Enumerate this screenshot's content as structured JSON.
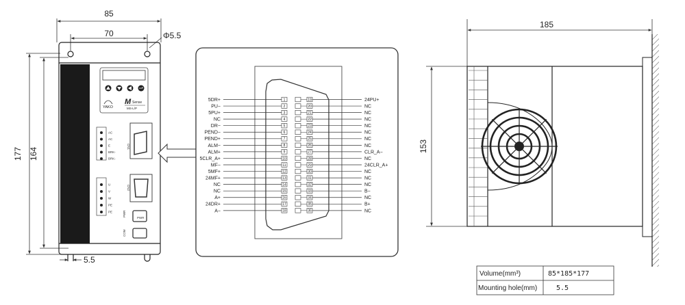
{
  "front_view": {
    "dim_width_outer": "85",
    "dim_hole_spacing": "70",
    "dim_hole_diameter": "Φ5.5",
    "dim_height_outer": "177",
    "dim_height_inner": "164",
    "dim_slot": "5.5",
    "brand": "YAKO",
    "logo_letter": "M",
    "logo_word": "Sense",
    "model": "MS-L/P",
    "connector_cn1": "CN1",
    "connector_cn2": "CN2",
    "terminal_top": [
      "AC",
      "AC",
      "E",
      "BRK-",
      "BRK-"
    ],
    "terminal_bottom": [
      "U",
      "V",
      "W",
      "PE",
      "PE"
    ],
    "led_labels": [
      "PWR",
      "COM",
      "PWR"
    ]
  },
  "pinout": {
    "left_pins": [
      {
        "num": "1",
        "label": "5DR+"
      },
      {
        "num": "2",
        "label": "PU−"
      },
      {
        "num": "3",
        "label": "5PU+"
      },
      {
        "num": "4",
        "label": "NC"
      },
      {
        "num": "5",
        "label": "DR−"
      },
      {
        "num": "6",
        "label": "PEND−"
      },
      {
        "num": "7",
        "label": "PEND+"
      },
      {
        "num": "8",
        "label": "ALM−"
      },
      {
        "num": "9",
        "label": "ALM+"
      },
      {
        "num": "10",
        "label": "5CLR_A+"
      },
      {
        "num": "11",
        "label": "MF−"
      },
      {
        "num": "12",
        "label": "5MF+"
      },
      {
        "num": "13",
        "label": "24MF+"
      },
      {
        "num": "14",
        "label": "NC"
      },
      {
        "num": "15",
        "label": "NC"
      },
      {
        "num": "16",
        "label": "A+"
      },
      {
        "num": "17",
        "label": "24DR+"
      },
      {
        "num": "18",
        "label": "A−"
      }
    ],
    "right_pins": [
      {
        "num": "19",
        "label": "24PU+"
      },
      {
        "num": "20",
        "label": "NC"
      },
      {
        "num": "21",
        "label": "NC"
      },
      {
        "num": "22",
        "label": "NC"
      },
      {
        "num": "23",
        "label": "NC"
      },
      {
        "num": "24",
        "label": "NC"
      },
      {
        "num": "25",
        "label": "NC"
      },
      {
        "num": "26",
        "label": "NC"
      },
      {
        "num": "27",
        "label": "CLR_A−"
      },
      {
        "num": "28",
        "label": "NC"
      },
      {
        "num": "29",
        "label": "24CLR_A+"
      },
      {
        "num": "30",
        "label": "NC"
      },
      {
        "num": "31",
        "label": "NC"
      },
      {
        "num": "32",
        "label": "NC"
      },
      {
        "num": "33",
        "label": "B−"
      },
      {
        "num": "34",
        "label": "NC"
      },
      {
        "num": "35",
        "label": "B+"
      },
      {
        "num": "36",
        "label": "NC"
      }
    ]
  },
  "side_view": {
    "dim_depth": "185",
    "dim_height": "153"
  },
  "spec_table": [
    {
      "label_text": "Volume",
      "label_unit": "mm³",
      "value": "85*185*177"
    },
    {
      "label_text": "Mounting hole",
      "label_unit": "mm",
      "value": "5.5"
    }
  ]
}
